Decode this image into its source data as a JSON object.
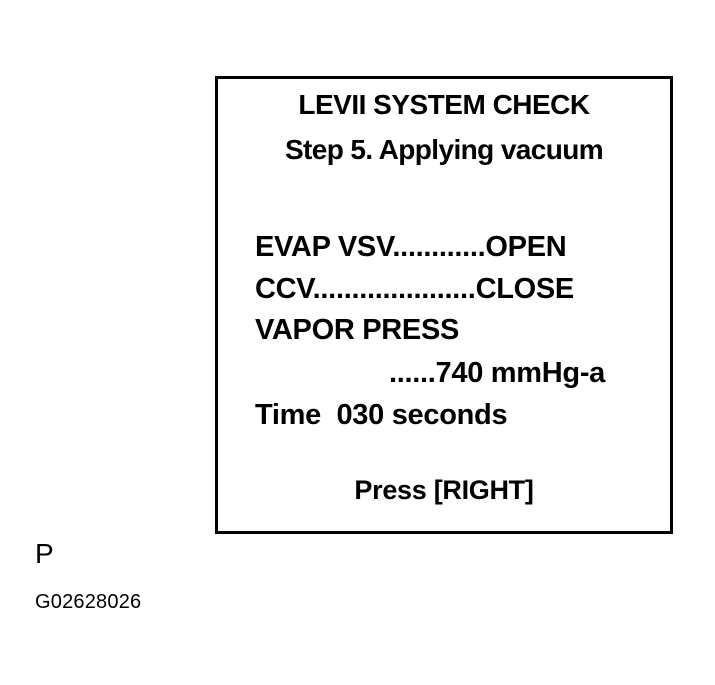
{
  "screen": {
    "title": "LEVII SYSTEM CHECK",
    "subtitle": "Step 5. Applying vacuum",
    "evap_vsv": "EVAP VSV............OPEN",
    "ccv": "CCV.....................CLOSE",
    "vapor_press_label": "VAPOR PRESS",
    "vapor_press_value": "......740 mmHg-a",
    "time": "Time  030 seconds",
    "prompt": "Press [RIGHT]"
  },
  "caption": {
    "letter": "P",
    "figure_id": "G02628026"
  }
}
